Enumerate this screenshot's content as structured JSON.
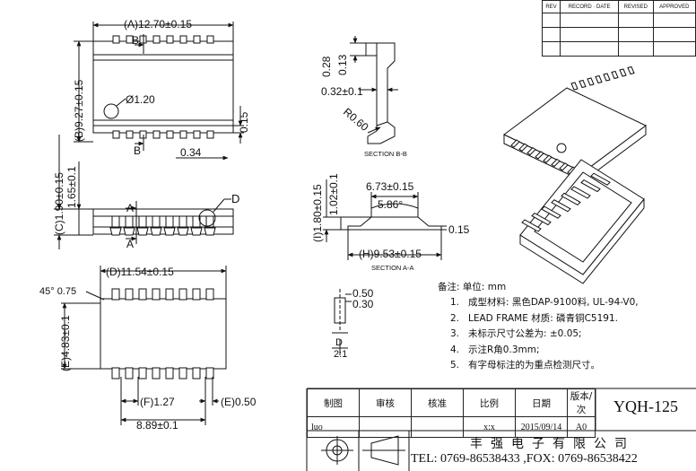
{
  "revision_table": {
    "headers": [
      "REV",
      "RECORD · DATE",
      "REVISED",
      "APPROVED"
    ]
  },
  "top_view": {
    "dim_a": "A",
    "dim_a_value": "12.70±0.15",
    "dim_b": "B",
    "dim_b_value": "9.27±0.15",
    "hole": "Ø1.20",
    "val_015": "0.15",
    "val_034": "0.34",
    "section_b": "B"
  },
  "side_view": {
    "dim_c": "C",
    "dim_c_value": "1.90±0.15",
    "dim_165": "1.65±0.1",
    "section_a": "A",
    "detail_d": "D"
  },
  "section_bb": {
    "d028": "0.28",
    "d013": "0.13",
    "d032": "0.32±0.1",
    "r060": "R0.60",
    "label": "SECTION B-B"
  },
  "section_aa": {
    "d673": "6.73±0.15",
    "angle": "5.86°",
    "dim_i": "I",
    "dim_i_value": "1.80±0.15",
    "d102": "1.02±0.1",
    "dim_h": "H",
    "dim_h_value": "9.53±0.15",
    "d015": "0.15",
    "label": "SECTION A-A"
  },
  "bottom_view": {
    "chamfer": "45° 0.75",
    "dim_d": "D",
    "dim_d_value": "11.54±0.15",
    "dim_e": "E",
    "dim_e_value": "4.83±0.1",
    "dim_f": "F",
    "dim_f_value": "1.27",
    "dim_e2": "E",
    "dim_e2_value": "0.50",
    "dim_889": "8.89±0.1"
  },
  "detail_view": {
    "d050": "0.50",
    "d030": "0.30",
    "label_top": "D",
    "label_bottom": "2:1"
  },
  "notes": {
    "header": "备注:   单位: mm",
    "items": [
      {
        "n": "1.",
        "text": "成型材料: 黑色DAP-9100料, UL-94-V0,"
      },
      {
        "n": "2.",
        "text": "LEAD FRAME 材质: 磷青铜C5191."
      },
      {
        "n": "3.",
        "text": "未标示尺寸公差为: ±0.05;"
      },
      {
        "n": "4.",
        "text": "示注R角0.3mm;"
      },
      {
        "n": "5.",
        "text": "有字母标注的为重点检测尺寸。"
      }
    ]
  },
  "title_block": {
    "headers": [
      "制图",
      "审核",
      "核准",
      "比例",
      "日期",
      "版本/次"
    ],
    "values": [
      "luo",
      "",
      "",
      "x:x",
      "2015/09/14",
      "A0"
    ],
    "drawing_no": "YQH-125",
    "company": "丰强电子有限公司",
    "contact": "TEL: 0769-86538433 ,FOX: 0769-86538422"
  }
}
